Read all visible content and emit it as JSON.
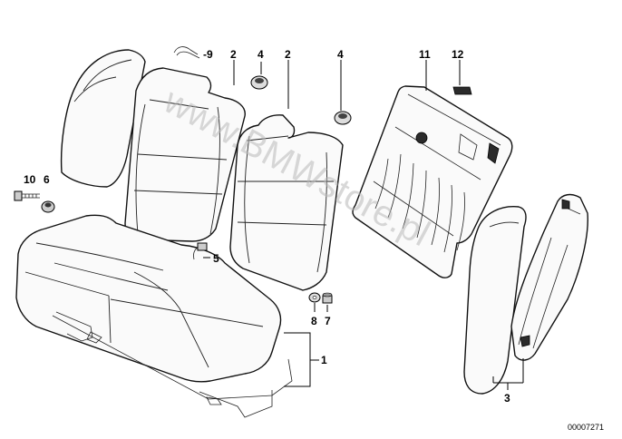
{
  "diagram": {
    "callouts": {
      "c1": "1",
      "c2a": "2",
      "c2b": "2",
      "c3": "3",
      "c4a": "4",
      "c4b": "4",
      "c5": "5",
      "c6": "6",
      "c7": "7",
      "c8": "8",
      "c9": "-9",
      "c10": "10",
      "c11": "11",
      "c12": "12"
    },
    "watermark": "www.BMWstore.pl",
    "doc_number": "00007271"
  }
}
